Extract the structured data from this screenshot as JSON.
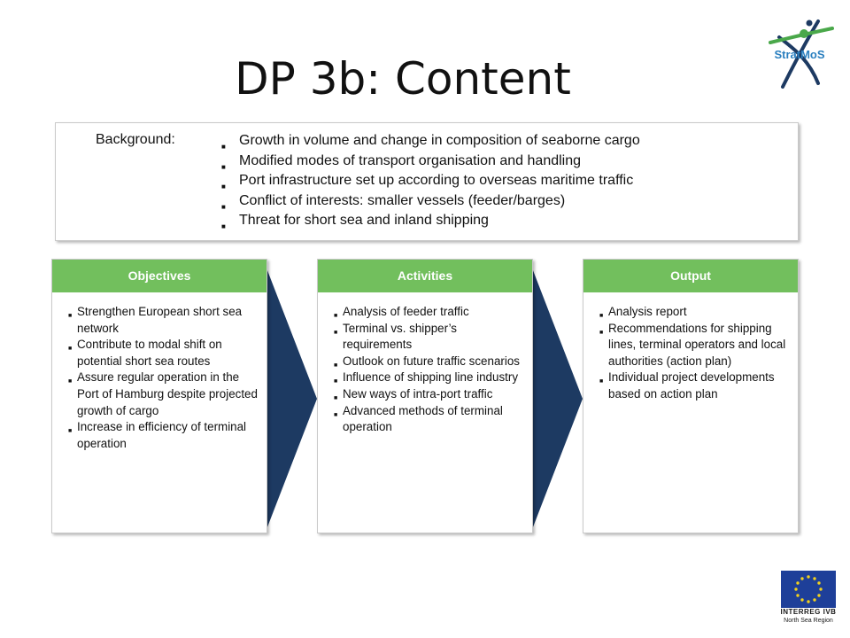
{
  "slide": {
    "title": "DP 3b: Content"
  },
  "logo": {
    "text": "StratMoS",
    "colors": {
      "navy": "#1d3a62",
      "green": "#4aa84a",
      "teal": "#2a7fbf"
    }
  },
  "background": {
    "label": "Background",
    "label_colon": ":",
    "items": [
      "Growth in volume and change in composition of seaborne cargo",
      "Modified modes of transport organisation and handling",
      "Port infrastructure set up according to overseas maritime traffic",
      "Conflict of interests: smaller vessels (feeder/barges)",
      "Threat for short sea and inland shipping"
    ]
  },
  "boxes": {
    "objectives": {
      "header": "Objectives",
      "items": [
        "Strengthen European short sea network",
        "Contribute to modal shift on potential short sea routes",
        "Assure regular operation in the Port of Hamburg despite projected growth of cargo",
        "Increase in efficiency of terminal operation"
      ]
    },
    "activities": {
      "header": "Activities",
      "items": [
        "Analysis of feeder traffic",
        "Terminal vs. shipper’s requirements",
        "Outlook on future traffic scenarios",
        "Influence of shipping line industry",
        "New ways of intra-port traffic",
        "Advanced methods of terminal operation"
      ]
    },
    "output": {
      "header": "Output",
      "items": [
        "Analysis report",
        "Recommendations for shipping lines, terminal operators and local authorities (action plan)",
        "Individual project developments based on action plan"
      ]
    }
  },
  "eu": {
    "program": "INTERREG IVB",
    "region": "North Sea Region"
  },
  "colors": {
    "header_green": "#72bf5d",
    "chevron_navy": "#1d3a62",
    "eu_blue": "#1e3f99",
    "eu_star": "#f3d21c"
  }
}
